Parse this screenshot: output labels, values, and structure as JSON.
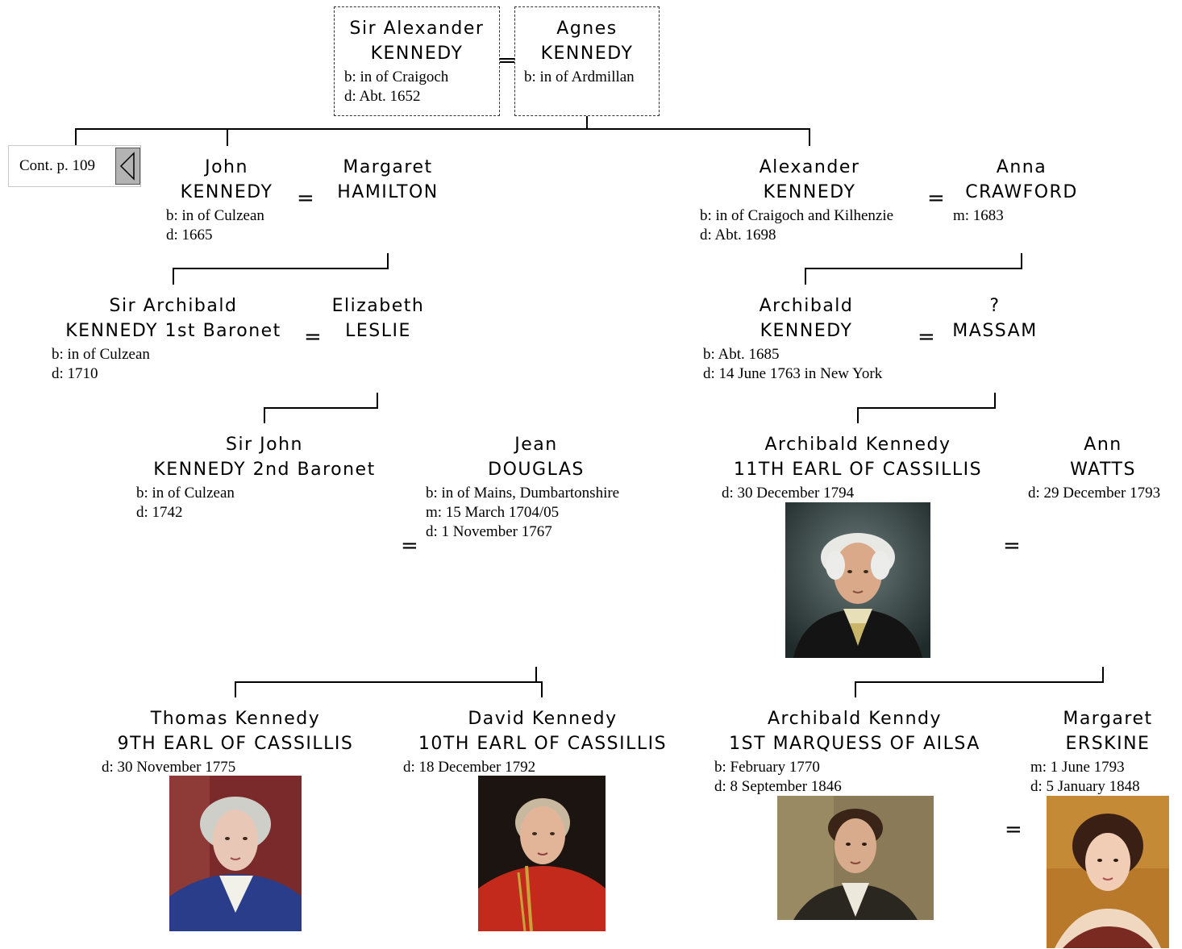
{
  "nav": {
    "cont_label": "Cont. p. 109"
  },
  "people": {
    "sir_alexander": {
      "first": "Sir Alexander",
      "last": "KENNEDY",
      "b": "b: in of Craigoch",
      "d": "d: Abt. 1652"
    },
    "agnes": {
      "first": "Agnes",
      "last": "KENNEDY",
      "b": "b: in of Ardmillan"
    },
    "john": {
      "first": "John",
      "last": "KENNEDY",
      "b": "b: in of Culzean",
      "d": "d: 1665"
    },
    "margaret_h": {
      "first": "Margaret",
      "last": "HAMILTON"
    },
    "alexander": {
      "first": "Alexander",
      "last": "KENNEDY",
      "b": "b: in of Craigoch and Kilhenzie",
      "d": "d: Abt. 1698"
    },
    "anna": {
      "first": "Anna",
      "last": "CRAWFORD",
      "m": "m: 1683"
    },
    "sir_archibald": {
      "first": "Sir Archibald",
      "last": "KENNEDY 1st Baronet",
      "b": "b: in of Culzean",
      "d": "d: 1710"
    },
    "elizabeth": {
      "first": "Elizabeth",
      "last": "LESLIE"
    },
    "archibald": {
      "first": "Archibald",
      "last": "KENNEDY",
      "b": "b: Abt. 1685",
      "d": "d: 14 June 1763 in New York"
    },
    "massam": {
      "first": "?",
      "last": "MASSAM"
    },
    "sir_john": {
      "first": "Sir John",
      "last": "KENNEDY 2nd Baronet",
      "b": "b: in of Culzean",
      "d": "d: 1742"
    },
    "jean": {
      "first": "Jean",
      "last": "DOUGLAS",
      "b": "b: in of Mains, Dumbartonshire",
      "m": "m: 15 March 1704/05",
      "d": "d: 1 November 1767"
    },
    "archibald_11": {
      "first": "Archibald Kennedy",
      "last": "11TH EARL OF CASSILLIS",
      "d": "d: 30 December 1794"
    },
    "ann": {
      "first": "Ann",
      "last": "WATTS",
      "d": "d: 29 December 1793"
    },
    "thomas": {
      "first": "Thomas Kennedy",
      "last": "9TH EARL OF CASSILLIS",
      "d": "d: 30 November 1775"
    },
    "david": {
      "first": "David Kennedy",
      "last": "10TH EARL OF CASSILLIS",
      "d": "d: 18 December 1792"
    },
    "archibald_ailsa": {
      "first": "Archibald Kenndy",
      "last": "1ST MARQUESS OF AILSA",
      "b": "b: February 1770",
      "d": "d: 8 September 1846"
    },
    "margaret_e": {
      "first": "Margaret",
      "last": "ERSKINE",
      "m": "m: 1 June 1793",
      "d": "d: 5 January 1848"
    }
  },
  "marriage_symbol": "="
}
